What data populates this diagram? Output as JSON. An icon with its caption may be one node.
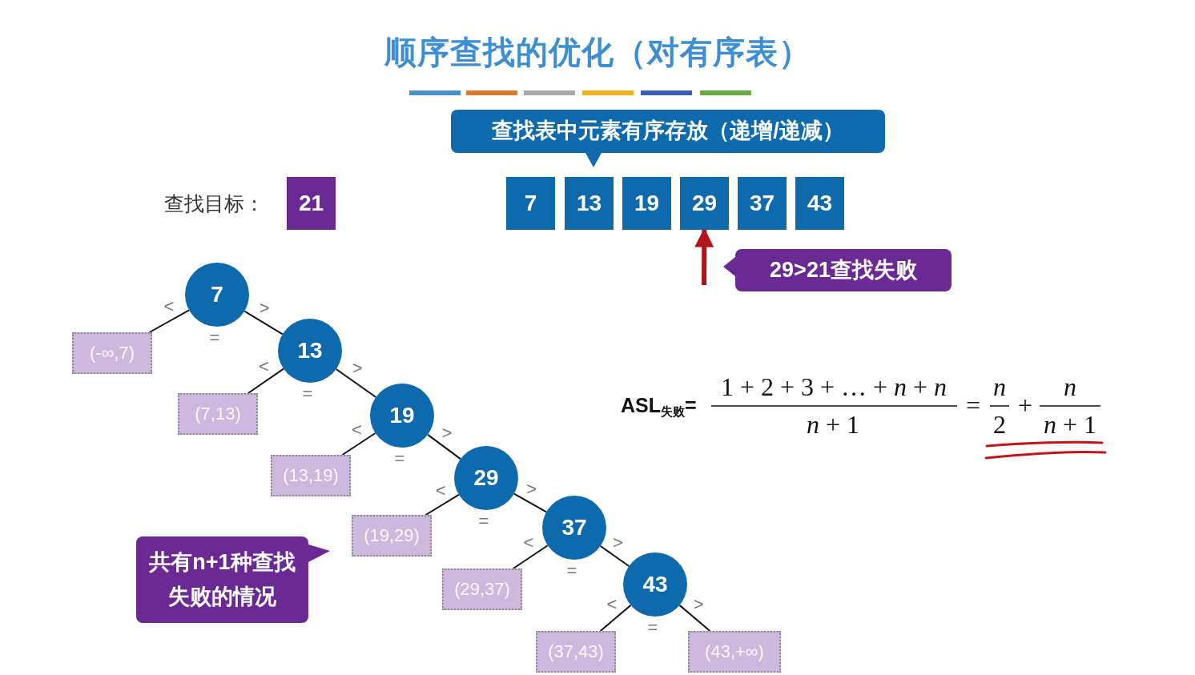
{
  "diagram": {
    "title": "顺序查找的优化（对有序表）",
    "nodes": [
      {
        "text": [
          "查找表中元素有序存放（递增/递减）"
        ]
      },
      {
        "text": [
          "21"
        ],
        "beside": [
          "查找目标："
        ]
      },
      {
        "text": [
          "7"
        ]
      },
      {
        "text": [
          "13"
        ]
      },
      {
        "text": [
          "19"
        ]
      },
      {
        "text": [
          "29"
        ]
      },
      {
        "text": [
          "37"
        ]
      },
      {
        "text": [
          "43"
        ]
      },
      {
        "text": [
          "29>21查找失败"
        ]
      },
      {
        "text": [
          "7"
        ]
      },
      {
        "text": [
          "13"
        ]
      },
      {
        "text": [
          "19"
        ]
      },
      {
        "text": [
          "29"
        ]
      },
      {
        "text": [
          "37"
        ]
      },
      {
        "text": [
          "43"
        ]
      },
      {
        "text": [
          "(-∞,7)"
        ]
      },
      {
        "text": [
          "(7,13)"
        ]
      },
      {
        "text": [
          "(13,19)"
        ]
      },
      {
        "text": [
          "(19,29)"
        ]
      },
      {
        "text": [
          "(29,37)"
        ]
      },
      {
        "text": [
          "(37,43)"
        ]
      },
      {
        "text": [
          "(43,+∞)"
        ]
      },
      {
        "text": [
          "共有n+1种查找失败的情况"
        ]
      }
    ],
    "edges": [
      {
        "from": 9,
        "to": 15,
        "arrow": "none",
        "label": "<"
      },
      {
        "from": 9,
        "to": 10,
        "arrow": "none",
        "label": ">"
      },
      {
        "from": 10,
        "to": 16,
        "arrow": "none",
        "label": "<"
      },
      {
        "from": 10,
        "to": 11,
        "arrow": "none",
        "label": ">"
      },
      {
        "from": 11,
        "to": 17,
        "arrow": "none",
        "label": "<"
      },
      {
        "from": 11,
        "to": 12,
        "arrow": "none",
        "label": ">"
      },
      {
        "from": 12,
        "to": 18,
        "arrow": "none",
        "label": "<"
      },
      {
        "from": 12,
        "to": 13,
        "arrow": "none",
        "label": ">"
      },
      {
        "from": 13,
        "to": 19,
        "arrow": "none",
        "label": "<"
      },
      {
        "from": 13,
        "to": 14,
        "arrow": "none",
        "label": ">"
      },
      {
        "from": 14,
        "to": 20,
        "arrow": "none",
        "label": "<"
      },
      {
        "from": 14,
        "to": 21,
        "arrow": "none",
        "label": ">"
      },
      {
        "from": null,
        "to": 5,
        "arrow": "to",
        "style": "thick",
        "color": "#b0141c"
      }
    ],
    "labels": [
      "=",
      "=",
      "=",
      "=",
      "=",
      "=",
      "ASL$_{失败}$=",
      "1 + 2 + 3 + … + *n* + *n*",
      "*n* + 1",
      "=",
      "n",
      "2",
      "+",
      "n",
      "*n* + 1"
    ]
  }
}
